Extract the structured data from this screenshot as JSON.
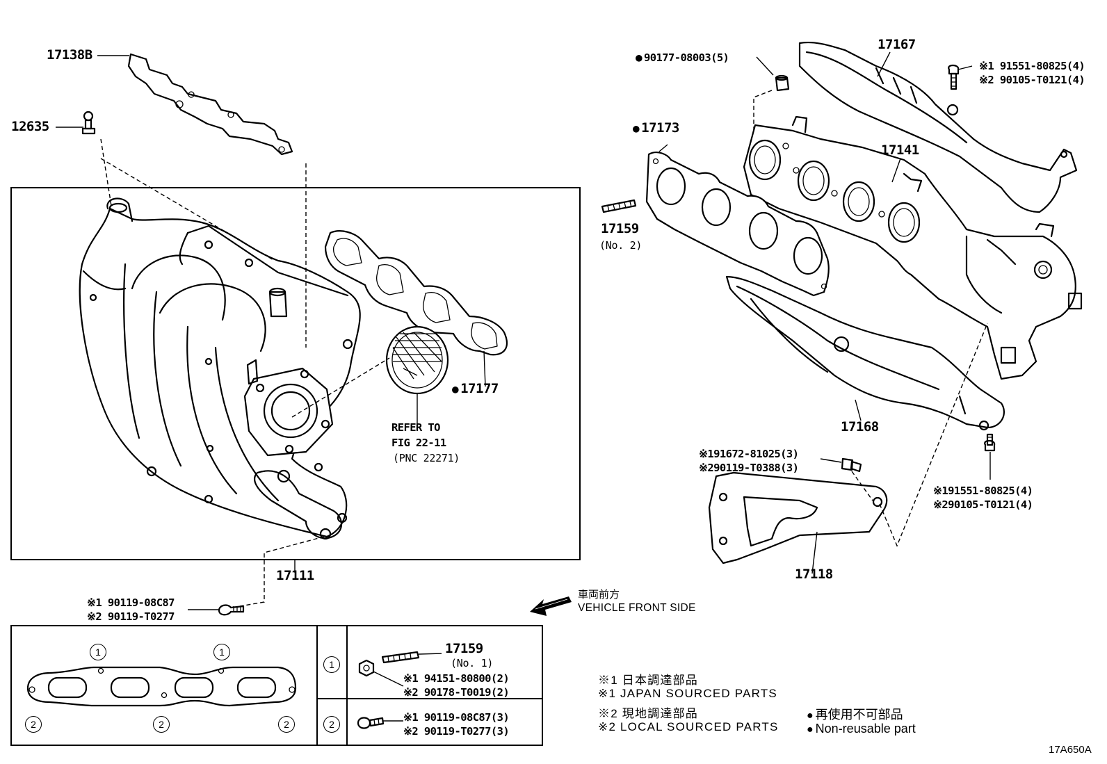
{
  "parts": {
    "p17138B": "17138B",
    "p12635": "12635",
    "p17111": "17111",
    "p17177": "17177",
    "p90177": "90177-08003(5)",
    "p17173": "17173",
    "p17159_no2": "17159",
    "p17159_no2_sub": "(No. 2)",
    "p17167": "17167",
    "p17141": "17141",
    "p17168": "17168",
    "p17118": "17118"
  },
  "refer": {
    "line1": "REFER TO",
    "line2": "FIG 22-11",
    "line3": "(PNC 22271)"
  },
  "callouts": {
    "heat_bolt_top_1": "※1 91551-80825(4)",
    "heat_bolt_top_2": "※2 90105-T0121(4)",
    "stay_bolt_1": "※191672-81025(3)",
    "stay_bolt_2": "※290119-T0388(3)",
    "lower_bolt_1": "※191551-80825(4)",
    "lower_bolt_2": "※290105-T0121(4)",
    "manifold_bolt_1": "※1 90119-08C87",
    "manifold_bolt_2": "※2 90119-T0277"
  },
  "front": {
    "jp": "車両前方",
    "en": "VEHICLE FRONT SIDE"
  },
  "inset": {
    "gasket_marks": [
      "1",
      "1",
      "2",
      "2",
      "2"
    ],
    "row1": {
      "mark": "1",
      "part": "17159",
      "part_sub": "(No. 1)",
      "c1": "※1 94151-80800(2)",
      "c2": "※2 90178-T0019(2)"
    },
    "row2": {
      "mark": "2",
      "c1": "※1 90119-08C87(3)",
      "c2": "※2 90119-T0277(3)"
    }
  },
  "legend": {
    "l1": "※1 日本調達部品",
    "l2": "※1 JAPAN SOURCED PARTS",
    "l3": "※2 現地調達部品",
    "l4": "※2 LOCAL SOURCED PARTS",
    "nr_jp": "再使用不可部品",
    "nr_en": "Non-reusable part"
  },
  "figure_id": "17A650A"
}
